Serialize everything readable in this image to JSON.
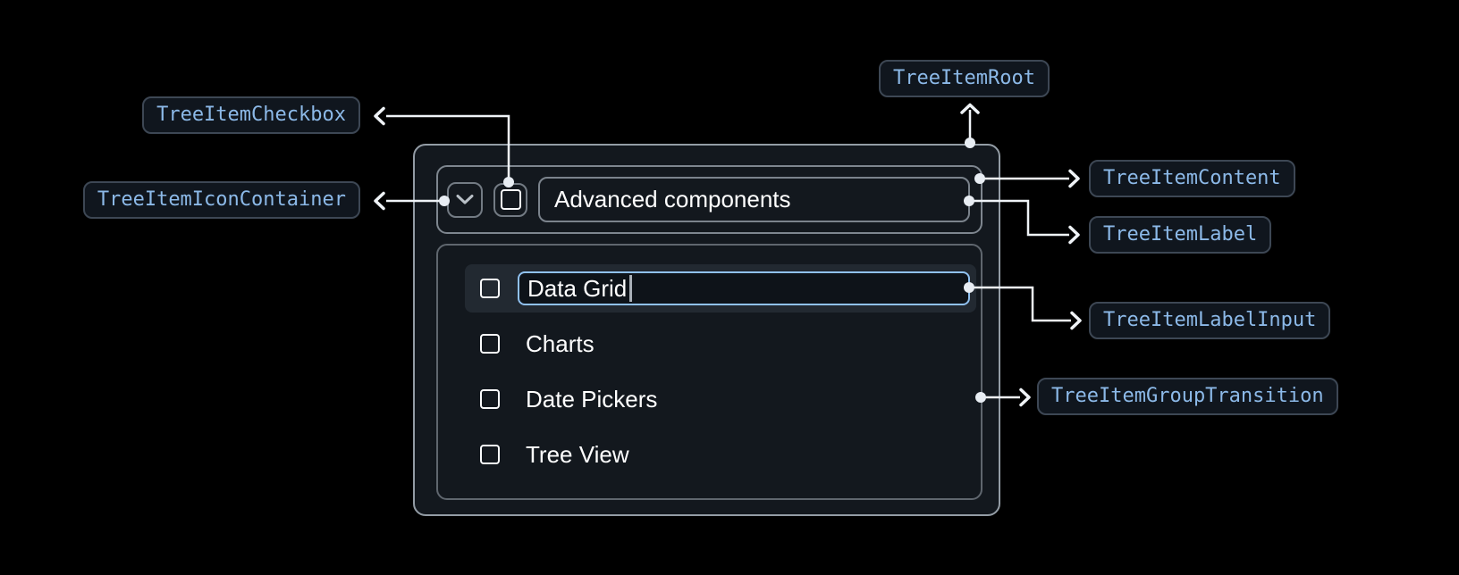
{
  "diagram": {
    "badges": {
      "root": "TreeItemRoot",
      "content": "TreeItemContent",
      "icon_container": "TreeItemIconContainer",
      "checkbox": "TreeItemCheckbox",
      "label": "TreeItemLabel",
      "label_input": "TreeItemLabelInput",
      "group_transition": "TreeItemGroupTransition"
    }
  },
  "tree": {
    "parent": {
      "label": "Advanced components",
      "expanded": true,
      "checked": false
    },
    "editing_item": {
      "value": "Data Grid",
      "checked": false
    },
    "items": [
      {
        "label": "Charts",
        "checked": false
      },
      {
        "label": "Date Pickers",
        "checked": false
      },
      {
        "label": "Tree View",
        "checked": false
      }
    ]
  },
  "colors": {
    "page_background": "#000000",
    "badge_text": "#8CB9E8",
    "badge_background": "#10161E",
    "badge_border": "#3D4754",
    "connector": "#EFF3F7",
    "input_focus_border": "#90C1F0",
    "row_highlight": "#222931",
    "text": "#FFFFFF"
  }
}
